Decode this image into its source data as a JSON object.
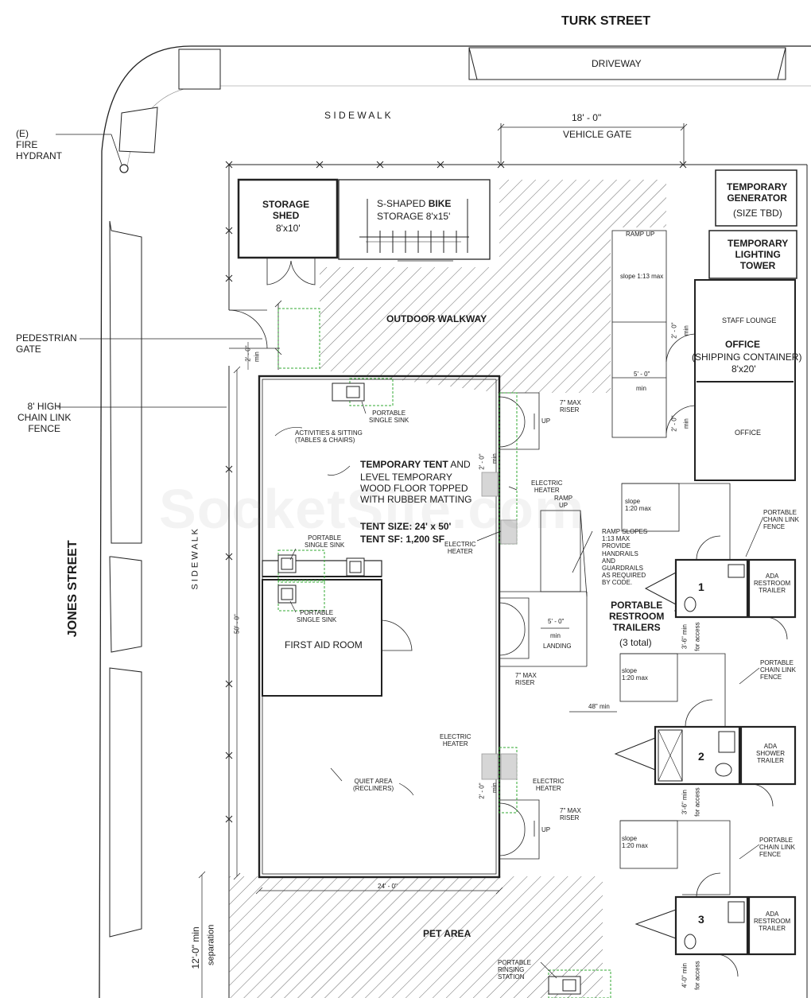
{
  "streets": {
    "turk": "TURK STREET",
    "jones": "JONES STREET",
    "driveway": "DRIVEWAY",
    "sidewalk_top": "S I D E W A L K",
    "sidewalk_left": "S I D E W A L K"
  },
  "callouts": {
    "fire_hydrant": "(E)\nFIRE\nHYDRANT",
    "pedestrian_gate": "PEDESTRIAN\nGATE",
    "fence_8ft": "8' HIGH\nCHAIN LINK\nFENCE"
  },
  "gate": {
    "dimension": "18' - 0\"",
    "label": "VEHICLE GATE"
  },
  "storage": {
    "shed_title": "STORAGE\nSHED",
    "shed_size": "8'x10'",
    "bike_pre": "S-SHAPED ",
    "bike_bold": "BIKE",
    "bike_line2": "STORAGE 8'x15'"
  },
  "walkway": "OUTDOOR WALKWAY",
  "generator": {
    "title": "TEMPORARY\nGENERATOR",
    "size": "(SIZE TBD)"
  },
  "lighting": "TEMPORARY\nLIGHTING\nTOWER",
  "office": {
    "lounge": "STAFF LOUNGE",
    "title": "OFFICE",
    "sub": "(SHIPPING CONTAINER)",
    "size": "8'x20'",
    "office2": "OFFICE"
  },
  "ramp_top": {
    "label": "RAMP UP",
    "slope": "slope 1:13 max"
  },
  "tent": {
    "activities": "ACTIVITIES & SITTING\n(TABLES & CHAIRS)",
    "title_bold": "TEMPORARY TENT",
    "title_rest": " AND",
    "desc": "LEVEL TEMPORARY\nWOOD FLOOR TOPPED\nWITH RUBBER MATTING",
    "size": "TENT SIZE: 24' x 50'",
    "sf": "TENT SF: 1,200 SF",
    "first_aid": "FIRST AID ROOM",
    "quiet": "QUIET AREA\n(RECLINERS)",
    "width_dim": "24' - 0\"",
    "height_dim": "50' - 0\""
  },
  "sinks": {
    "s1": "PORTABLE\nSINGLE SINK",
    "s2": "PORTABLE\nSINGLE SINK",
    "s3": "PORTABLE\nSINGLE SINK"
  },
  "heaters": {
    "h1": "ELECTRIC\nHEATER",
    "h2": "ELECTRIC\nHEATER",
    "h3": "ELECTRIC\nHEATER",
    "h4": "ELECTRIC\nHEATER"
  },
  "risers": {
    "r1": "7\" MAX\nRISER",
    "r2": "7\" MAX\nRISER",
    "r3": "7\" MAX\nRISER",
    "up": "UP"
  },
  "ramp_mid": {
    "label": "RAMP\nUP",
    "note": "RAMP SLOPES\n1:13 MAX\nPROVIDE\nHANDRAILS\nAND\nGUARDRAILS\nAS REQUIRED\nBY CODE.",
    "landing_dim": "5' - 0\"",
    "landing_min": "min",
    "landing": "LANDING",
    "min48": "48\" min"
  },
  "restrooms": {
    "title": "PORTABLE\nRESTROOM\nTRAILERS",
    "count": "(3 total)",
    "t1_num": "1",
    "t2_num": "2",
    "t3_num": "3",
    "t1_label": "ADA\nRESTROOM\nTRAILER",
    "t2_label": "ADA\nSHOWER\nTRAILER",
    "t3_label": "ADA\nRESTROOM\nTRAILER",
    "slope1": "slope\n1:20 max",
    "slope2": "slope\n1:20 max",
    "slope3": "slope\n1:20 max",
    "fence1": "PORTABLE\nCHAIN LINK\nFENCE",
    "fence2": "PORTABLE\nCHAIN LINK\nFENCE",
    "fence3": "PORTABLE\nCHAIN LINK\nFENCE",
    "access_dim1": "3'-6\" min",
    "access_dim2": "3'-6\" min",
    "access_dim3": "4'-0\" min",
    "for_access": "for access"
  },
  "small_dims": {
    "d20": "2' - 0\"",
    "min": "min",
    "d50": "5' - 0\""
  },
  "pet": {
    "label": "PET AREA",
    "separation_dim": "12'-0\" min",
    "separation": "separation",
    "rinsing": "PORTABLE\nRINSING\nSTATION"
  },
  "watermark": "SocketSite.com",
  "colors": {
    "ink": "#1b1b1b",
    "accessibility": "#33aa33",
    "heater": "#d6d6d6"
  }
}
